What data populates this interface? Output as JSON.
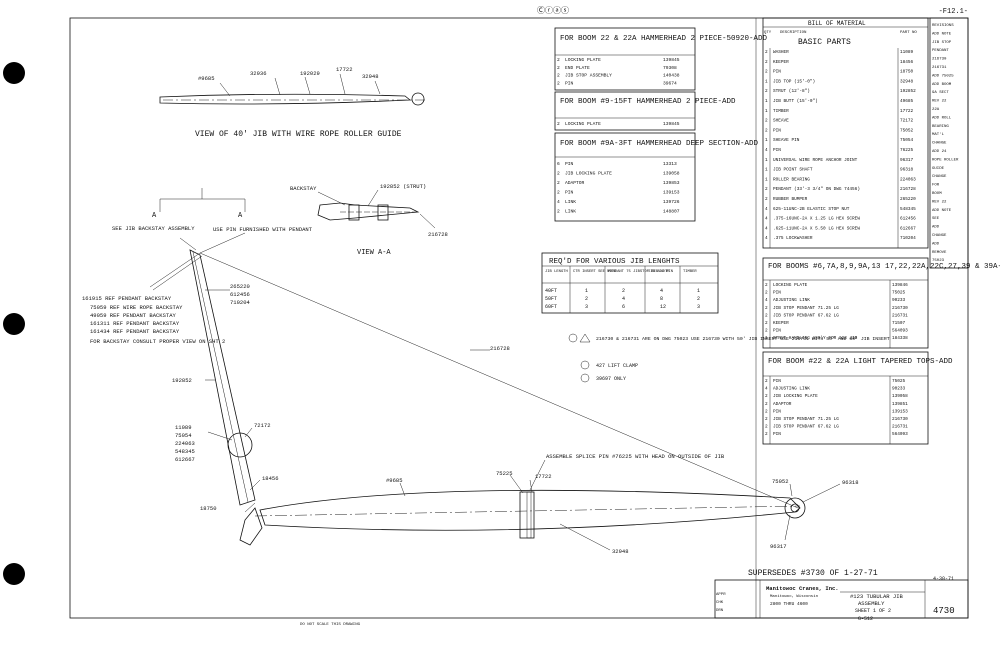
{
  "header": {
    "top_code": "-F12.1-",
    "stamp": "Ⓒⓡⓐⓢ"
  },
  "views": {
    "jib_view_label": "VIEW OF 40' JIB WITH WIRE ROPE ROLLER GUIDE",
    "view_aa_label": "VIEW A-A",
    "jib_parts": [
      "#9685",
      "32936",
      "192029",
      "17722",
      "32948"
    ],
    "backstay": "BACKSTAY",
    "strut": "192852 (STRUT)",
    "part_216728": "216728",
    "section_a": "A"
  },
  "boom_notes": {
    "see_backstay": "SEE JIB BACKSTAY ASSEMBLY",
    "use_pin": "USE PIN FURNISHED WITH PENDANT",
    "backstays": [
      "161915 REF PENDANT BACKSTAY",
      "75059 REF WIRE ROPE BACKSTAY",
      "49059 REF PENDANT BACKSTAY",
      "161311 REF PENDANT BACKSTAY",
      "161434 REF PENDANT BACKSTAY"
    ],
    "consult": "FOR BACKSTAY CONSULT PROPER VIEW ON SHT 2",
    "left_parts": [
      "265220",
      "612456",
      "710204"
    ],
    "strut_num": "192852",
    "cluster": [
      "11089",
      "75054",
      "224063",
      "548345",
      "612667"
    ],
    "p72172": "72172",
    "p18456": "18456",
    "p18750": "18750",
    "pendant": "216728",
    "splice_note": "ASSEMBLE SPLICE PIN #76225 WITH HEAD ON OUTSIDE OF JIB",
    "p75225": "75225",
    "p17722": "17722",
    "p49685": "#9685",
    "p32948": "32948",
    "p75052": "75052",
    "p96318": "96318",
    "p96317": "96317"
  },
  "tables": {
    "boom22_title": "FOR BOOM 22 & 22A HAMMERHEAD 2 PIECE-50920-ADD",
    "boom22_rows": [
      {
        "q": "2",
        "d": "LOCKING PLATE",
        "n": "139845"
      },
      {
        "q": "2",
        "d": "END PLATE",
        "n": "79308"
      },
      {
        "q": "2",
        "d": "JIB STOP ASSEMBLY",
        "n": "140438"
      },
      {
        "q": "2",
        "d": "PIN",
        "n": "39674"
      }
    ],
    "boom9_title": "FOR BOOM #9-15FT HAMMERHEAD 2 PIECE-ADD",
    "boom9_rows": [
      {
        "q": "2",
        "d": "LOCKING PLATE",
        "n": "139845"
      }
    ],
    "boom9a_title": "FOR BOOM #9A-3FT HAMMERHEAD DEEP SECTION-ADD",
    "boom9a_rows": [
      {
        "q": "6",
        "d": "PIN",
        "n": "13313"
      },
      {
        "q": "2",
        "d": "JIB LOCKING PLATE",
        "n": "139058"
      },
      {
        "q": "2",
        "d": "ADAPTOR",
        "n": "139853"
      },
      {
        "q": "2",
        "d": "PIN",
        "n": "139153"
      },
      {
        "q": "4",
        "d": "LINK",
        "n": "139726"
      },
      {
        "q": "2",
        "d": "LINK",
        "n": "148807"
      }
    ],
    "reqd_title": "REQ'D FOR VARIOUS JIB LENGHTS",
    "reqd_head": [
      "JIB LENGTH",
      "CTR INSERT SEE NOTE",
      "PENDANT 75 JIBSTOP SEE NOTE",
      "JIB ADJ PIN",
      "TIMBER"
    ],
    "reqd_rows": [
      [
        "40FT",
        "1",
        "2",
        "4",
        "1"
      ],
      [
        "50FT",
        "2",
        "4",
        "8",
        "2"
      ],
      [
        "60FT",
        "3",
        "6",
        "12",
        "3"
      ]
    ],
    "notes": [
      "216730 & 216731 ARE ON DWG 75023 USE 216730 WITH 50' JIB INSERT USE 216731 WITH 50' AND 60' JIB INSERT",
      "427 LIFT CLAMP",
      "39697 ONLY"
    ],
    "bom_title": "BILL OF MATERIAL",
    "bom_head": [
      "QTY",
      "DESCRIPTION",
      "PART NO"
    ],
    "basic_title": "BASIC PARTS",
    "basic_rows": [
      {
        "q": "2",
        "d": "WASHER",
        "n": "11089"
      },
      {
        "q": "2",
        "d": "KEEPER",
        "n": "18456"
      },
      {
        "q": "2",
        "d": "PIN",
        "n": "18750"
      },
      {
        "q": "1",
        "d": "JIB TOP (15'-0\")",
        "n": "32948"
      },
      {
        "q": "2",
        "d": "STRUT (12'-8\")",
        "n": "192852"
      },
      {
        "q": "1",
        "d": "JIB BUTT (15'-0\")",
        "n": "49685"
      },
      {
        "q": "1",
        "d": "TIMBER",
        "n": "17722"
      },
      {
        "q": "2",
        "d": "SHEAVE",
        "n": "72172"
      },
      {
        "q": "2",
        "d": "PIN",
        "n": "75052"
      },
      {
        "q": "1",
        "d": "SHEAVE PIN",
        "n": "75054"
      },
      {
        "q": "4",
        "d": "PIN",
        "n": "76225"
      },
      {
        "q": "1",
        "d": "UNIVERSAL WIRE ROPE ANCHOR JOINT",
        "n": "96317"
      },
      {
        "q": "1",
        "d": "JIB POINT SHAFT",
        "n": "96318"
      },
      {
        "q": "1",
        "d": "ROLLER BEARING",
        "n": "224063"
      },
      {
        "q": "2",
        "d": "PENDANT (33'-3 3/4\" ON DWG 74456)",
        "n": "216728"
      },
      {
        "q": "2",
        "d": "RUBBER BUMPER",
        "n": "265220"
      },
      {
        "q": "4",
        "d": "625-11UNC-2B ELASTIC STOP NUT",
        "n": "548345"
      },
      {
        "q": "4",
        "d": ".375-16UNC-2A X 1.25 LG HEX SCREW",
        "n": "612456"
      },
      {
        "q": "4",
        "d": ".625-11UNC-2A X 5.50 LG HEX SCREW",
        "n": "612667"
      },
      {
        "q": "4",
        "d": ".375 LOCKWASHER",
        "n": "710204"
      }
    ],
    "boom6_title": "FOR BOOMS #6,7A,8,9,9A,13 17,22,22A,22C,27,39 & 39A-ADD",
    "boom6_rows": [
      {
        "q": "2",
        "d": "LOCKING PLATE",
        "n": "139846"
      },
      {
        "q": "2",
        "d": "PIN",
        "n": "75025"
      },
      {
        "q": "4",
        "d": "ADJUSTING LINK",
        "n": "90233"
      },
      {
        "q": "2",
        "d": "JIB STOP PENDANT 71.25 LG",
        "n": "216730"
      },
      {
        "q": "2",
        "d": "JIB STOP PENDANT 67.62 LG",
        "n": "216731"
      },
      {
        "q": "2",
        "d": "KEEPER",
        "n": "71507"
      },
      {
        "q": "2",
        "d": "PIN",
        "n": "564093"
      },
      {
        "q": "1",
        "d": "STRUT HANDLING ASS'Y FOR 123 JIB",
        "n": "184338"
      }
    ],
    "boom22b_title": "FOR BOOM #22 & 22A LIGHT TAPERED TOPS-ADD",
    "boom22b_rows": [
      {
        "q": "2",
        "d": "PIN",
        "n": "75025"
      },
      {
        "q": "4",
        "d": "ADJUSTING LINK",
        "n": "90233"
      },
      {
        "q": "2",
        "d": "JIB LOCKING PLATE",
        "n": "139058"
      },
      {
        "q": "2",
        "d": "ADAPTOR",
        "n": "139851"
      },
      {
        "q": "2",
        "d": "PIN",
        "n": "139153"
      },
      {
        "q": "2",
        "d": "JIB STOP PENDANT 71.25 LG",
        "n": "216730"
      },
      {
        "q": "2",
        "d": "JIB STOP PENDANT 67.62 LG",
        "n": "216731"
      },
      {
        "q": "2",
        "d": "PIN",
        "n": "564093"
      }
    ]
  },
  "side_column": {
    "lines": [
      "REVISIONS",
      "ADD NOTE",
      "JIB STOP",
      "PENDANT",
      "216730",
      "216731",
      "ADD 75025",
      "ADD BOOM",
      "9A SECT",
      "REV 22",
      "22A",
      "ADD ROLL",
      "BEARING",
      "MAT'L",
      "CHANGE",
      "ADD 24",
      "ROPE ROLLER",
      "GUIDE",
      "CHANGE",
      "FOR",
      "BOOM",
      "REV 22",
      "ADD NOTE",
      "SEE",
      "ADD",
      "CHANGE",
      "ADD",
      "REMOVE",
      "75023"
    ]
  },
  "title_block": {
    "supersedes": "SUPERSEDES #3730 OF 1-27-71",
    "company": "Manitowoc Cranes, Inc.",
    "city": "Manitowoc, Wisconsin",
    "range": "2800 THRU 4600",
    "title1": "#123 TUBULAR JIB",
    "title2": "ASSEMBLY",
    "sheet": "SHEET 1 OF 2",
    "code": "G-512",
    "dwg": "4730",
    "date": "4-30-71",
    "scale_note": "DO NOT SCALE THIS DRAWING",
    "side_marks": [
      "APPR",
      "CHK",
      "DRN"
    ]
  }
}
